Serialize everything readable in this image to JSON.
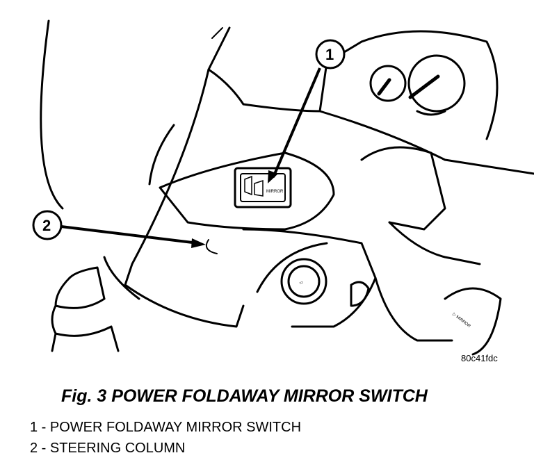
{
  "diagram": {
    "callouts": [
      {
        "number": "1"
      },
      {
        "number": "2"
      }
    ],
    "switch_label": "MIRROR",
    "button_label": "▷ MIRROR",
    "reference_code": "80c41fdc"
  },
  "caption": {
    "title": "Fig. 3 POWER FOLDAWAY MIRROR SWITCH"
  },
  "legend": [
    {
      "text": "1 - POWER FOLDAWAY MIRROR SWITCH"
    },
    {
      "text": "2 - STEERING COLUMN"
    }
  ]
}
